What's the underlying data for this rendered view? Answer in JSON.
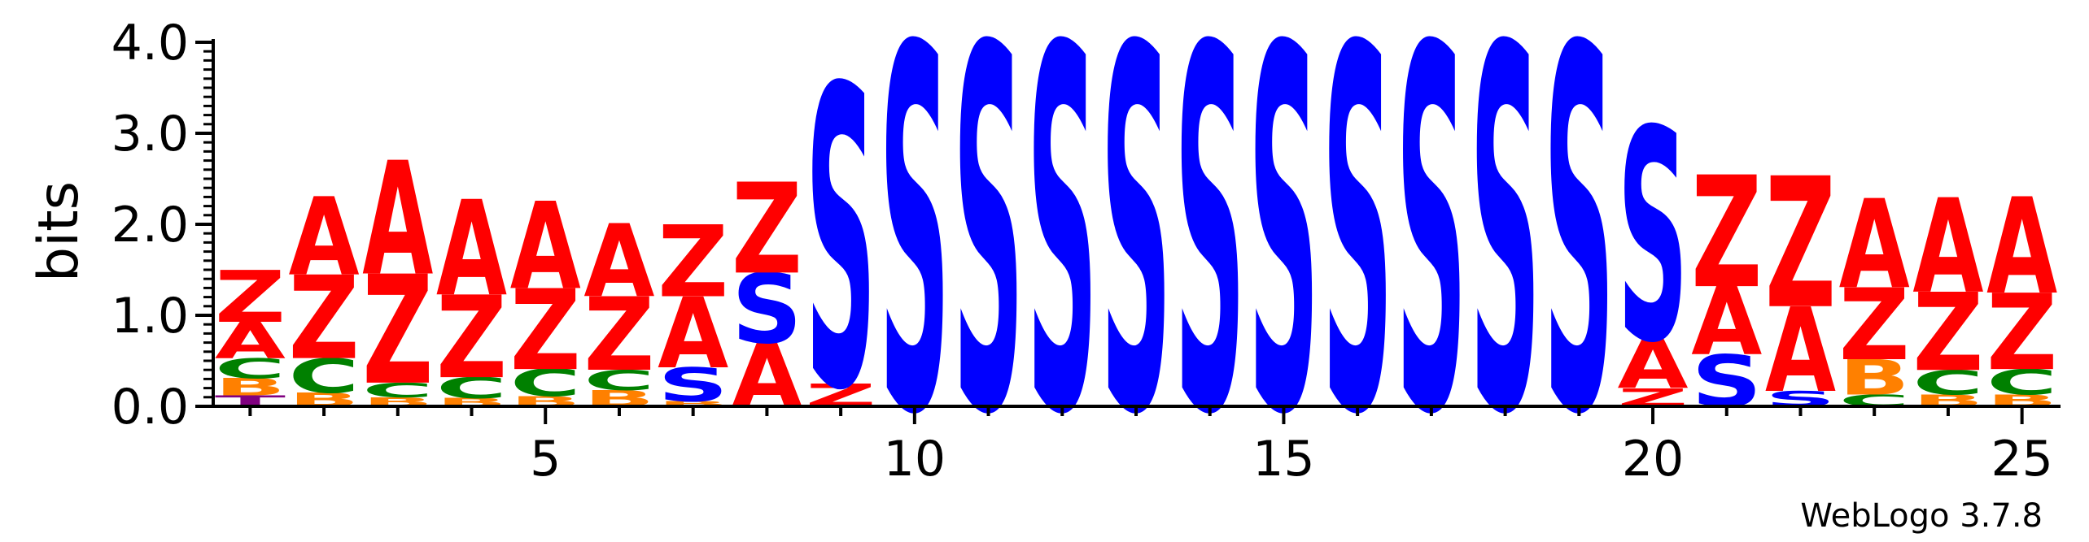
{
  "chart_data": {
    "type": "sequence-logo",
    "ylabel": "bits",
    "ylim": [
      0,
      4.0
    ],
    "y_ticks": [
      "0.0",
      "1.0",
      "2.0",
      "3.0",
      "4.0"
    ],
    "x_ticks": [
      5,
      10,
      15,
      20,
      25
    ],
    "xlim": [
      0.5,
      25.5
    ],
    "credit": "WebLogo 3.7.8",
    "colors": {
      "A": "#ff0000",
      "Z": "#ff0000",
      "S": "#0000ff",
      "C": "#008000",
      "B": "#ff8000",
      "T": "#800080"
    },
    "positions": [
      {
        "pos": 1,
        "stack": [
          [
            "T",
            0.12
          ],
          [
            "B",
            0.19
          ],
          [
            "C",
            0.22
          ],
          [
            "A",
            0.4
          ],
          [
            "Z",
            0.57
          ]
        ]
      },
      {
        "pos": 2,
        "stack": [
          [
            "B",
            0.15
          ],
          [
            "C",
            0.38
          ],
          [
            "Z",
            0.92
          ],
          [
            "A",
            0.86
          ]
        ]
      },
      {
        "pos": 3,
        "stack": [
          [
            "B",
            0.1
          ],
          [
            "C",
            0.16
          ],
          [
            "Z",
            1.2
          ],
          [
            "A",
            1.25
          ]
        ]
      },
      {
        "pos": 4,
        "stack": [
          [
            "B",
            0.09
          ],
          [
            "C",
            0.23
          ],
          [
            "Z",
            0.91
          ],
          [
            "A",
            1.05
          ]
        ]
      },
      {
        "pos": 5,
        "stack": [
          [
            "B",
            0.11
          ],
          [
            "C",
            0.3
          ],
          [
            "Z",
            0.89
          ],
          [
            "A",
            0.96
          ]
        ]
      },
      {
        "pos": 6,
        "stack": [
          [
            "B",
            0.18
          ],
          [
            "C",
            0.22
          ],
          [
            "Z",
            0.81
          ],
          [
            "A",
            0.8
          ]
        ]
      },
      {
        "pos": 7,
        "stack": [
          [
            "B",
            0.06
          ],
          [
            "S",
            0.37
          ],
          [
            "A",
            0.78
          ],
          [
            "Z",
            0.79
          ]
        ]
      },
      {
        "pos": 8,
        "stack": [
          [
            "A",
            0.7
          ],
          [
            "S",
            0.77
          ],
          [
            "Z",
            1.0
          ]
        ]
      },
      {
        "pos": 9,
        "stack": [
          [
            "Z",
            0.25
          ],
          [
            "S",
            3.3
          ]
        ]
      },
      {
        "pos": 10,
        "stack": [
          [
            "S",
            4.0
          ]
        ]
      },
      {
        "pos": 11,
        "stack": [
          [
            "S",
            4.0
          ]
        ]
      },
      {
        "pos": 12,
        "stack": [
          [
            "S",
            4.0
          ]
        ]
      },
      {
        "pos": 13,
        "stack": [
          [
            "S",
            4.0
          ]
        ]
      },
      {
        "pos": 14,
        "stack": [
          [
            "S",
            4.0
          ]
        ]
      },
      {
        "pos": 15,
        "stack": [
          [
            "S",
            4.0
          ]
        ]
      },
      {
        "pos": 16,
        "stack": [
          [
            "S",
            4.0
          ]
        ]
      },
      {
        "pos": 17,
        "stack": [
          [
            "S",
            4.0
          ]
        ]
      },
      {
        "pos": 18,
        "stack": [
          [
            "S",
            4.0
          ]
        ]
      },
      {
        "pos": 19,
        "stack": [
          [
            "S",
            4.0
          ]
        ]
      },
      {
        "pos": 20,
        "stack": [
          [
            "Z",
            0.2
          ],
          [
            "A",
            0.55
          ],
          [
            "S",
            2.33
          ]
        ]
      },
      {
        "pos": 21,
        "stack": [
          [
            "S",
            0.57
          ],
          [
            "A",
            0.75
          ],
          [
            "Z",
            1.23
          ]
        ]
      },
      {
        "pos": 22,
        "stack": [
          [
            "S",
            0.17
          ],
          [
            "A",
            0.93
          ],
          [
            "Z",
            1.44
          ]
        ]
      },
      {
        "pos": 23,
        "stack": [
          [
            "C",
            0.13
          ],
          [
            "B",
            0.39
          ],
          [
            "Z",
            0.79
          ],
          [
            "A",
            0.98
          ]
        ]
      },
      {
        "pos": 24,
        "stack": [
          [
            "B",
            0.13
          ],
          [
            "C",
            0.27
          ],
          [
            "Z",
            0.86
          ],
          [
            "A",
            1.04
          ]
        ]
      },
      {
        "pos": 25,
        "stack": [
          [
            "B",
            0.13
          ],
          [
            "C",
            0.28
          ],
          [
            "Z",
            0.84
          ],
          [
            "A",
            1.06
          ]
        ]
      }
    ]
  }
}
